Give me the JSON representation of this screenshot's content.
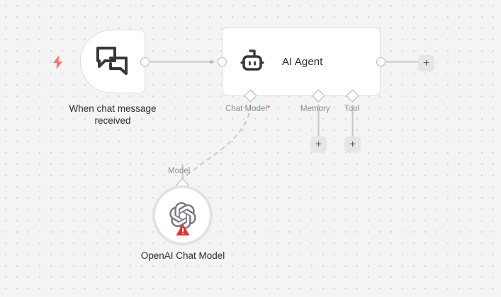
{
  "canvas": {
    "background_color": "#f4f4f5",
    "dot_color": "#c9c9cd",
    "grid_spacing": 16
  },
  "nodes": [
    {
      "id": "when-chat-message-received",
      "caption": "When chat message received",
      "icon": "chat-bubbles-icon",
      "type": "trigger",
      "trigger_icon": "lightning-bolt-icon",
      "trigger_icon_color": "#f97362"
    },
    {
      "id": "ai-agent",
      "title": "AI Agent",
      "icon": "robot-icon",
      "type": "agent",
      "sub_ports": [
        {
          "label": "Chat Model",
          "required": true,
          "required_marker": "*"
        },
        {
          "label": "Memory",
          "required": false,
          "required_marker": ""
        },
        {
          "label": "Tool",
          "required": false,
          "required_marker": ""
        }
      ]
    },
    {
      "id": "openai-chat-model",
      "caption": "OpenAI Chat Model",
      "icon": "openai-logo-icon",
      "type": "sub-node",
      "input_port_label": "Model",
      "status": "error",
      "status_icon": "warning-triangle-icon",
      "status_color": "#e8322b"
    }
  ],
  "labels": {
    "agent_title": "AI Agent",
    "trigger_caption": "When chat message received",
    "openai_caption": "OpenAI Chat Model",
    "chat_model": "Chat Model",
    "chat_model_star": "*",
    "memory": "Memory",
    "tool": "Tool",
    "model": "Model"
  },
  "buttons": {
    "add_main": "+",
    "add_memory": "+",
    "add_tool": "+"
  },
  "colors": {
    "node_border": "#dcdce0",
    "node_bg": "#ffffff",
    "port_border": "#b6b6bd",
    "connection_line": "#c7c7cd",
    "label_text": "#8b8b93",
    "caption_text": "#2b2b35",
    "accent_error": "#e8322b",
    "trigger_accent": "#f97362",
    "plus_bg": "#e6e6e9"
  }
}
